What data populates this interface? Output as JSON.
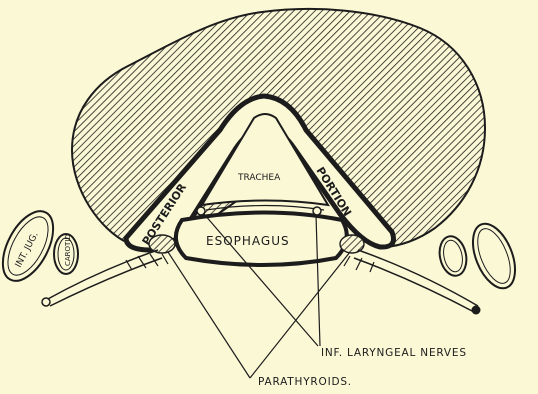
{
  "figure": {
    "labels": {
      "posterior": "POSTERIOR",
      "portion": "PORTION",
      "trachea": "TRACHEA",
      "esophagus": "ESOPHAGUS",
      "int_jug": "INT. JUG.",
      "carotid": "CAROTID",
      "inf_laryngeal_nerves": "INF. LARYNGEAL NERVES",
      "parathyroids": "PARATHYROIDS."
    },
    "colors": {
      "paper": "#fbf8d6",
      "ink": "#1c1c1c"
    }
  }
}
